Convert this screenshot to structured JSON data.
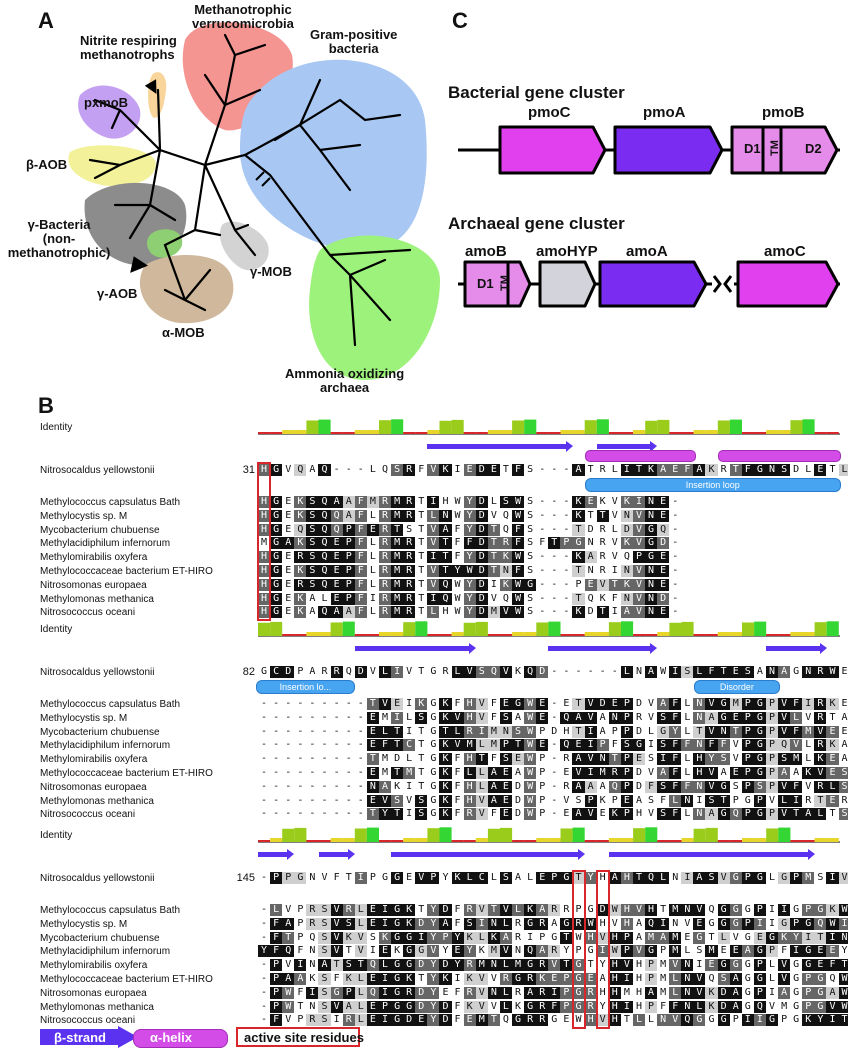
{
  "panels": {
    "a": "A",
    "b": "B",
    "c": "C"
  },
  "tree_labels": {
    "metv": "Methanotrophic\nverrucomicrobia",
    "nitrite": "Nitrite respiring\nmethanotrophs",
    "gram": "Gram-positive\nbacteria",
    "pxmob": "pxmoB",
    "baob": "β-AOB",
    "gbact": "γ-Bacteria\n(non-\nmethanotrophic)",
    "gaob": "γ-AOB",
    "gmob": "γ-MOB",
    "amob": "α-MOB",
    "aoa": "Ammonia oxidizing\narchaea"
  },
  "clusters": {
    "bacterial_title": "Bacterial gene cluster",
    "bacterial_genes": [
      "pmoC",
      "pmoA",
      "pmoB"
    ],
    "pmob_domains": [
      "D1",
      "TM",
      "D2"
    ],
    "archaeal_title": "Archaeal gene cluster",
    "archaeal_genes": [
      "amoB",
      "amoHYP",
      "amoA",
      "amoC"
    ],
    "amob_domains": [
      "D1",
      "TM"
    ]
  },
  "alignment": {
    "identity_label": "Identity",
    "reference": "Nitrosocaldus yellowstonii",
    "organisms": [
      "Methylococcus capsulatus Bath",
      "Methylocystis sp. M",
      "Mycobacterium chubuense",
      "Methylacidiphilum infernorum",
      "Methylomirabilis oxyfera",
      "Methylococcaceae bacterium ET-HIRO",
      "Nitrosomonas europaea",
      "Methylomonas methanica",
      "Nitrosococcus oceani"
    ],
    "blocks": [
      {
        "start": "31",
        "ref": "HGVQAQ---LQSRFVKIEDETFS---ATRLITKAEFAKRTFGNSDLETLKQVDAM",
        "rows": [
          "HGEKSQAAFMRMRTIHWYDLSWS---KEKVKINE-",
          "HGEKSQQAFLRMRTLNWYDVQWS---KTTVNVNE-",
          "HGEQSQQPFERTSTVAFYDTQFS---TDRLDVGQ-",
          "MGAKSQEPFLRMRTVTFFDTRFSFTPGNRVKVGD-",
          "HGERSQEPFLRMRTITFYDTKWS---KARVQPGE-",
          "HGEKSQEPFLRMRTVTYWDTNFS---TNRINVNE-",
          "HGERSQEPFLRMRTVQWYDIKWG---PEVTKVNE-",
          "HGEKALEPFIRMRTIQWYDVQWS---TQKFNVND-",
          "HGEKAQAAFLRMRTLHWYDMVWS---KDTIAVNE-"
        ],
        "tags": [
          "Insertion loop"
        ]
      },
      {
        "start": "82",
        "ref": "GCDPARRQDVLIVTGRLVSQVKQD------LNAWISLFTESANAGNRWEFISRD",
        "rows": [
          "---------TVEIKGKFHVFEGWE-ETVDEPDVAFLNVGMPGPVFIRKESYIGGQ",
          "---------EMILSGKVHVFSAWE-QAVANPRVSFLNAGEPGPVLVRTAQFIGEQ",
          "---------ELTITGTLRIMNSWPDHTIAPPDLGYLTVNTPGPVFMVEERMSGM",
          "---------EFTCTGKVMLMPTWE-QEIPFSGISFFNFFVPGPQVLRKAIFVNEK",
          "---------TMDLTGKFHTFSEWP-RAVNTPESIFLHYSVPGPSMLKEAWMNGM",
          "---------EMTMTGKFLLAEAWP-EVIMRPDVAFLHVAEPGPAAKVESWLNGV",
          "---------NAKITGKFHLAEDWP-RAAAQPDFSFFNVGSPSPVFVRLSTKINGH",
          "---------EVSVSGKFHVAEDWP-VSPKPEASFLNISTPGPVLIRTERYLNGK",
          "---------TYTISGKFRVFEDWP-EAVEKPHVSFLNAGQPGPVTALTSYYVNGM"
        ],
        "tags": [
          "Insertion lo...",
          "Disorder"
        ]
      },
      {
        "start": "145",
        "ref": "-PPGNVFTIPGGEVPYKLCLSALEPGTYHAHTQLNIASVGPGLGPMSIVVEG",
        "rows": [
          "-LVPRSVRLEIGKTYDFRVTVLKARRPGDWHVHTMNVQGGGPIIGPGKWITVEG",
          "-FAPRSVSLEIGKDYAFSINLRGRAGRWHVHAQINVEGGGPIIGPGQWIEIKG",
          "-FTPQSVKVSKGGIYPYKLKARIPGTWHVHPAMAMEGTLVGEGKYITIND",
          "YFQFNSVTVIEKGGVYEYKMVNQARYPGIWPVGPMLSMEEAGPFIGEEYIIIEG",
          "-PVINATSTQLGGDYDYRMNLMGRVTGTYHVHPMVNIEGGGPLVGGEFTVDG",
          "-PAAKSFKLEIGKTYKIKVVRGRKEPGEAHIHPMLNVQSAGGLVGPGQWTLIEG",
          "-PWFISGPLQIGRDYEFRVNLRARIPGRHHMHAMLNVKDAGPIAGPGAWNNITG",
          "-PWTNSVALEPGGDYDFKVVLKGRFPGRYHIHPFFNLKDAGQVMGPGVWEIEIG",
          "-FVPRSIRLEIGDEYDFEMTQGRRGEWHVHTLLNVQGGGPIIGPGKYITITG"
        ],
        "tags": []
      }
    ]
  },
  "legend": {
    "strand": "β-strand",
    "helix": "α-helix",
    "site": "active site residues"
  },
  "colors": {
    "helix": "#d44ce8",
    "strand": "#5a32f0",
    "insertion": "#47a4f0",
    "site": "#d8262b",
    "identity_high": "#9acc1c",
    "identity_mid": "#e8d52a",
    "identity_low": "#d8262b"
  }
}
